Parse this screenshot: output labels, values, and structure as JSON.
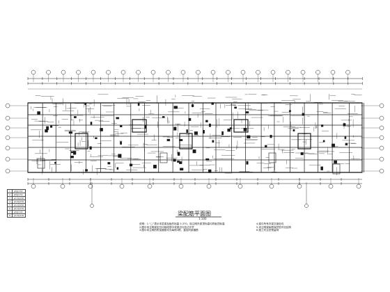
{
  "drawing": {
    "title": "梁配筋平面图",
    "scale": "1:100",
    "notes": [
      "说明：1.“□”表示本层梁及板的标高 5.370，除注明外梁顶标高均同板顶标高",
      "2.图中未注明梁定位均轴线居中或梁边与柱边平齐",
      "3.图中未注明的附加箍筋均为每侧3根，直径同梁箍筋"
    ],
    "notes_right": [
      "4.梁中所有次梁交接处均",
      "5.未注明梁纵筋保护层详见结构",
      "6.施工时注意预留洞"
    ],
    "legend_rows": [
      [
        "1",
        "φ8@200"
      ],
      [
        "2",
        "φ8@150"
      ],
      [
        "3",
        "φ10@200"
      ],
      [
        "4",
        "φ10@150"
      ],
      [
        "5",
        "φ12@200"
      ],
      [
        "6",
        "φ12@150"
      ],
      [
        "7",
        "φ8@100"
      ],
      [
        "8",
        "φ10@100"
      ]
    ],
    "colors": {
      "line": "#1a1a1a",
      "paper": "#ffffff"
    }
  }
}
